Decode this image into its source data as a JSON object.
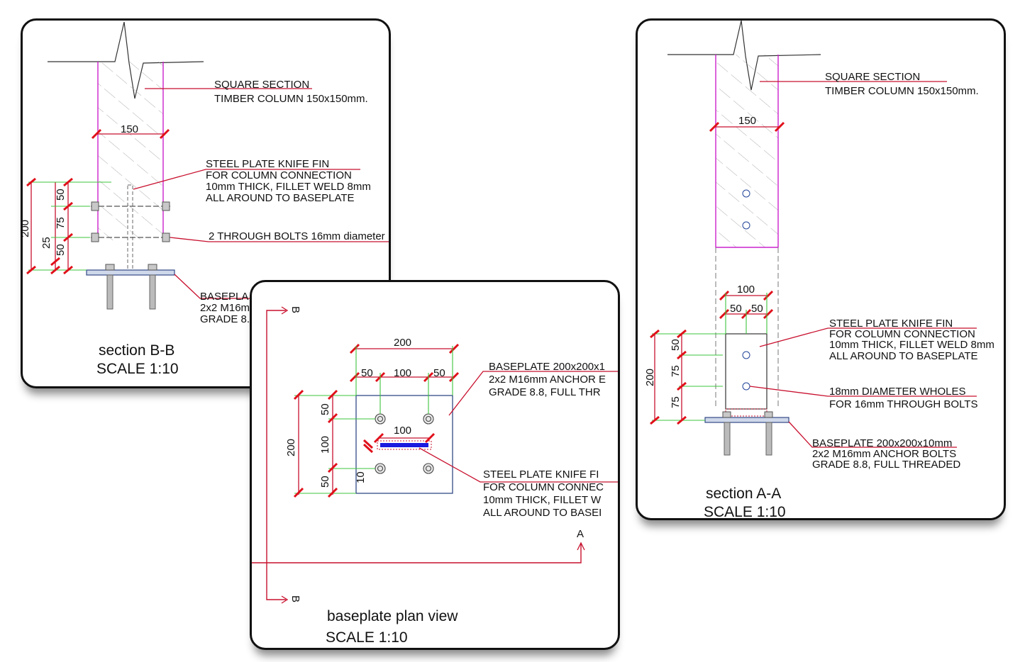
{
  "section_bb": {
    "callout_square_1": "SQUARE SECTION",
    "callout_square_2": "TIMBER COLUMN 150x150mm.",
    "dim_width": "150",
    "callout_fin_1": "STEEL PLATE KNIFE FIN",
    "callout_fin_2": "FOR COLUMN CONNECTION",
    "callout_fin_3": "10mm THICK, FILLET WELD 8mm",
    "callout_fin_4": "ALL AROUND TO BASEPLATE",
    "callout_bolts": "2 THROUGH BOLTS 16mm diameter",
    "dim_50a": "50",
    "dim_75": "75",
    "dim_50b": "50",
    "dim_25": "25",
    "dim_200": "200",
    "callout_base_1": "BASEPLA",
    "callout_base_2": "2x2 M16m",
    "callout_base_3": "GRADE 8.",
    "caption_1": "section B-B",
    "caption_2": "SCALE 1:10"
  },
  "section_aa": {
    "callout_square_1": "SQUARE SECTION",
    "callout_square_2": "TIMBER COLUMN 150x150mm.",
    "dim_width": "150",
    "dim_100": "100",
    "dim_50l": "50",
    "dim_50r": "50",
    "callout_fin_1": "STEEL PLATE KNIFE FIN",
    "callout_fin_2": "FOR COLUMN CONNECTION",
    "callout_fin_3": "10mm THICK, FILLET WELD 8mm",
    "callout_fin_4": "ALL AROUND TO BASEPLATE",
    "callout_holes_1": "18mm DIAMETER WHOLES",
    "callout_holes_2": "FOR 16mm THROUGH BOLTS",
    "callout_base_1": "BASEPLATE 200x200x10mm",
    "callout_base_2": "2x2 M16mm ANCHOR BOLTS",
    "callout_base_3": "GRADE 8.8, FULL THREADED",
    "dim_200": "200",
    "dim_50": "50",
    "dim_75a": "75",
    "dim_75b": "75",
    "caption_1": "section A-A",
    "caption_2": "SCALE 1:10"
  },
  "plan": {
    "cut_b_top": "B",
    "cut_b_bottom": "B",
    "cut_a": "A",
    "dim_200_top": "200",
    "dim_50l": "50",
    "dim_100": "100",
    "dim_50r": "50",
    "dim_200_left": "200",
    "dim_50_top": "50",
    "dim_100_mid": "100",
    "dim_50_bot": "50",
    "dim_100_fin": "100",
    "dim_10": "10",
    "callout_base_1": "BASEPLATE 200x200x1",
    "callout_base_2": "2x2 M16mm ANCHOR E",
    "callout_base_3": "GRADE 8.8, FULL THR",
    "callout_fin_1": "STEEL PLATE KNIFE FI",
    "callout_fin_2": "FOR COLUMN CONNEC",
    "callout_fin_3": "10mm THICK, FILLET W",
    "callout_fin_4": "ALL AROUND TO BASEI",
    "caption_1": "baseplate plan view",
    "caption_2": "SCALE 1:10"
  },
  "colors": {
    "leader_red": "#c8102e",
    "tick_red": "#e0101a",
    "extension_green": "#3ec43e",
    "column_magenta": "#cc22cc",
    "plate_blue": "#334a86",
    "fin_blue": "#1a1ae0"
  }
}
